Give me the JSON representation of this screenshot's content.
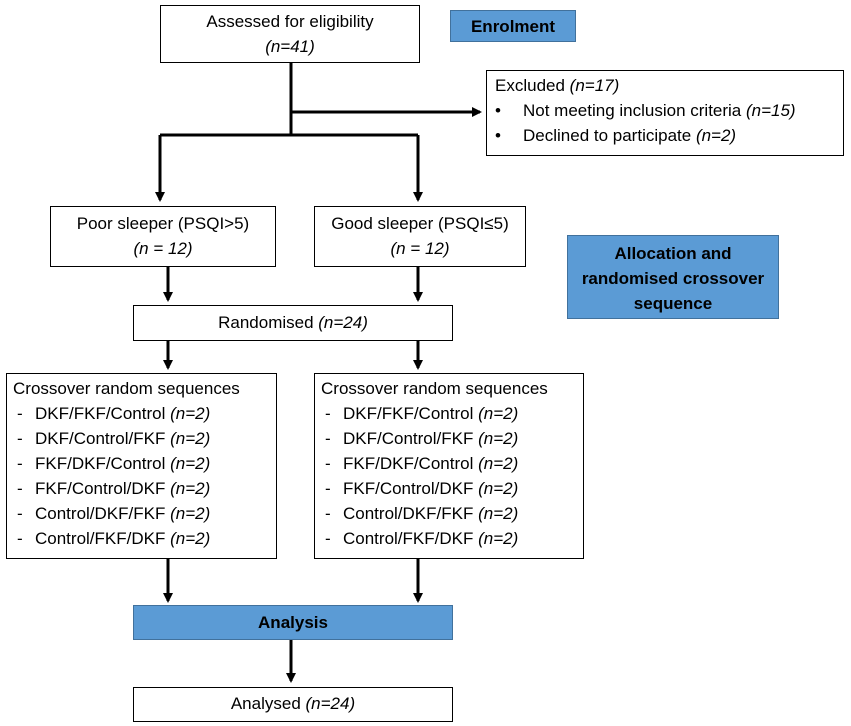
{
  "enrolment": {
    "label": "Enrolment"
  },
  "assessed": {
    "line1": "Assessed for eligibility",
    "n": "(n=41)"
  },
  "excluded": {
    "title": "Excluded",
    "n": "(n=17)",
    "items": [
      {
        "bullet": "•",
        "text": "Not meeting inclusion criteria ",
        "n": "(n=15)"
      },
      {
        "bullet": "•",
        "text": "Declined to participate ",
        "n": "(n=2)"
      }
    ]
  },
  "poor": {
    "line1": "Poor sleeper (PSQI>5)",
    "n": "(n = 12)"
  },
  "good": {
    "line1": "Good sleeper (PSQI≤5)",
    "n": "(n = 12)"
  },
  "allocation": {
    "line1": "Allocation and",
    "line2": "randomised crossover",
    "line3": "sequence"
  },
  "randomised": {
    "text": "Randomised ",
    "n": "(n=24)"
  },
  "left_sequences": {
    "title": "Crossover random sequences",
    "items": [
      {
        "dash": "-",
        "text": "DKF/FKF/Control ",
        "n": "(n=2)"
      },
      {
        "dash": "-",
        "text": "DKF/Control/FKF ",
        "n": "(n=2)"
      },
      {
        "dash": "-",
        "text": "FKF/DKF/Control ",
        "n": "(n=2)"
      },
      {
        "dash": "-",
        "text": "FKF/Control/DKF ",
        "n": "(n=2)"
      },
      {
        "dash": "-",
        "text": "Control/DKF/FKF ",
        "n": "(n=2)"
      },
      {
        "dash": "-",
        "text": "Control/FKF/DKF ",
        "n": "(n=2)"
      }
    ]
  },
  "right_sequences": {
    "title": "Crossover random sequences",
    "items": [
      {
        "dash": "-",
        "text": "DKF/FKF/Control ",
        "n": "(n=2)"
      },
      {
        "dash": "-",
        "text": "DKF/Control/FKF ",
        "n": "(n=2)"
      },
      {
        "dash": "-",
        "text": "FKF/DKF/Control ",
        "n": "(n=2)"
      },
      {
        "dash": "-",
        "text": "FKF/Control/DKF ",
        "n": "(n=2)"
      },
      {
        "dash": "-",
        "text": "Control/DKF/FKF ",
        "n": "(n=2)"
      },
      {
        "dash": "-",
        "text": "Control/FKF/DKF ",
        "n": "(n=2)"
      }
    ]
  },
  "analysis": {
    "label": "Analysis"
  },
  "analysed": {
    "text": "Analysed ",
    "n": "(n=24)"
  }
}
